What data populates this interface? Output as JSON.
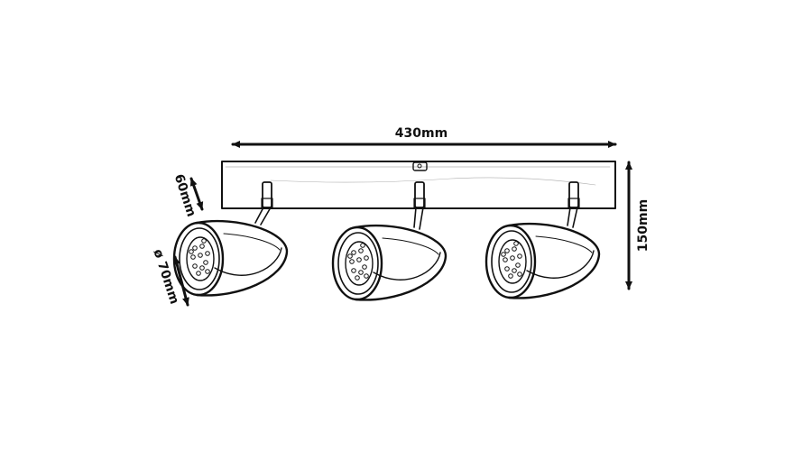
{
  "dimensions": {
    "width": "430mm",
    "height": "150mm",
    "depth": "60mm",
    "diameter": "ø 70mm"
  },
  "spotlights": [
    {
      "name": "spotlight-left"
    },
    {
      "name": "spotlight-middle"
    },
    {
      "name": "spotlight-right"
    }
  ],
  "colors": {
    "line": "#111111",
    "background": "#ffffff"
  }
}
